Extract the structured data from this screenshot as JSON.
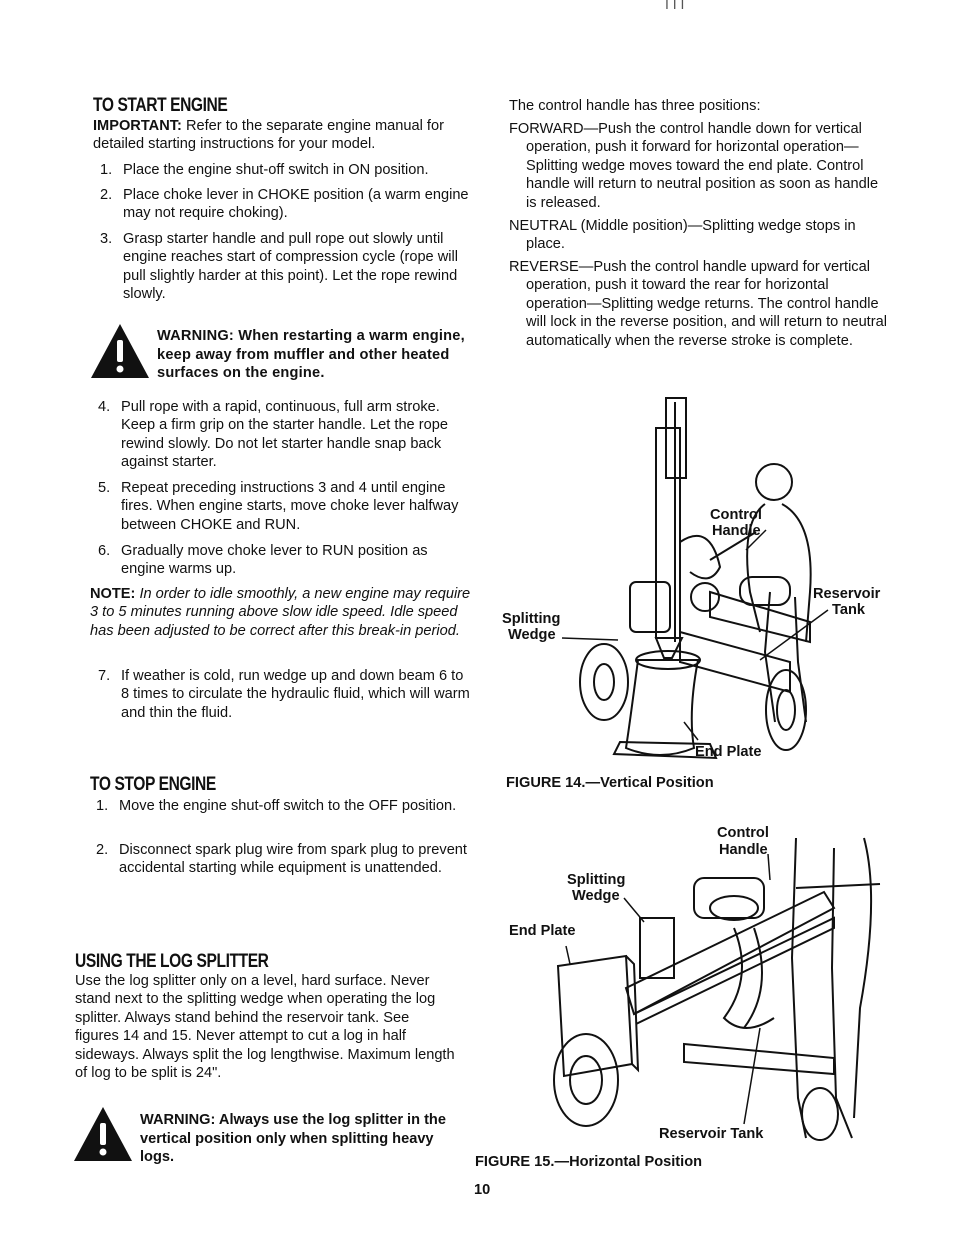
{
  "page": {
    "top_marks": "I   I I",
    "page_number": "10"
  },
  "start_engine": {
    "heading": "TO START ENGINE",
    "important_label": "IMPORTANT:",
    "important_text": " Refer to the separate engine manual for detailed starting instructions for your model.",
    "steps_a": [
      {
        "n": "1.",
        "t": "Place the engine shut-off switch in ON position."
      },
      {
        "n": "2.",
        "t": "Place choke lever in CHOKE position (a warm engine may not require choking)."
      },
      {
        "n": "3.",
        "t": "Grasp starter handle and pull rope out slowly until engine reaches start of compression cycle (rope will pull slightly harder at this point). Let the rope rewind slowly."
      }
    ],
    "warning": "WARNING: When restarting a warm engine, keep away from muffler and other heated surfaces on the engine.",
    "steps_b": [
      {
        "n": "4.",
        "t": "Pull rope with a rapid, continuous, full arm stroke. Keep a firm grip on the starter handle. Let the rope rewind slowly. Do not let starter handle snap back against starter."
      },
      {
        "n": "5.",
        "t": "Repeat preceding instructions 3 and 4 until engine fires. When engine starts, move choke lever halfway between CHOKE and RUN."
      },
      {
        "n": "6.",
        "t": "Gradually move choke lever to RUN position as engine warms up."
      }
    ],
    "note_label": "NOTE:",
    "note_text": " In order to idle smoothly, a new engine may require 3 to 5 minutes running above slow idle speed. Idle speed has been adjusted to be correct after this break-in period.",
    "steps_c": [
      {
        "n": "7.",
        "t": "If weather is cold, run wedge up and down beam 6 to 8 times to circulate the hydraulic fluid, which will warm and thin the fluid."
      }
    ]
  },
  "stop_engine": {
    "heading": "TO STOP ENGINE",
    "steps": [
      {
        "n": "1.",
        "t": "Move the engine shut-off switch to the OFF position."
      },
      {
        "n": "2.",
        "t": "Disconnect spark plug wire from spark plug to prevent accidental starting while equipment is unattended."
      }
    ]
  },
  "using": {
    "heading": "USING THE LOG SPLITTER",
    "text": "Use the log splitter only on a level, hard surface. Never stand next to the splitting wedge when operating the log splitter. Always stand behind the reservoir tank. See figures 14 and 15. Never attempt to cut a log in half sideways. Always split the log lengthwise. Maximum length of log to be split is 24\".",
    "warning": "WARNING: Always use the log splitter in the vertical position only when splitting heavy logs."
  },
  "control_handle": {
    "intro": "The control handle has three positions:",
    "positions": [
      "FORWARD—Push the control handle down for vertical operation, push it forward for horizontal operation—Splitting wedge moves toward the end plate. Control handle will return to neutral position as soon as handle is released.",
      "NEUTRAL (Middle position)—Splitting wedge stops in place.",
      "REVERSE—Push the control handle upward for vertical operation, push it toward the rear for horizontal operation—Splitting wedge returns. The control handle will lock in the reverse position, and will return to neutral automatically when the reverse stroke is complete."
    ]
  },
  "figure14": {
    "caption": "FIGURE 14.—Vertical Position",
    "labels": {
      "control_1": "Control",
      "control_2": "Handle",
      "reservoir_1": "Reservoir",
      "reservoir_2": "Tank",
      "splitting_1": "Splitting",
      "splitting_2": "Wedge",
      "end_plate": "End Plate"
    }
  },
  "figure15": {
    "caption": "FIGURE 15.—Horizontal Position",
    "labels": {
      "control_1": "Control",
      "control_2": "Handle",
      "splitting_1": "Splitting",
      "splitting_2": "Wedge",
      "end_plate": "End Plate",
      "reservoir": "Reservoir Tank"
    }
  }
}
